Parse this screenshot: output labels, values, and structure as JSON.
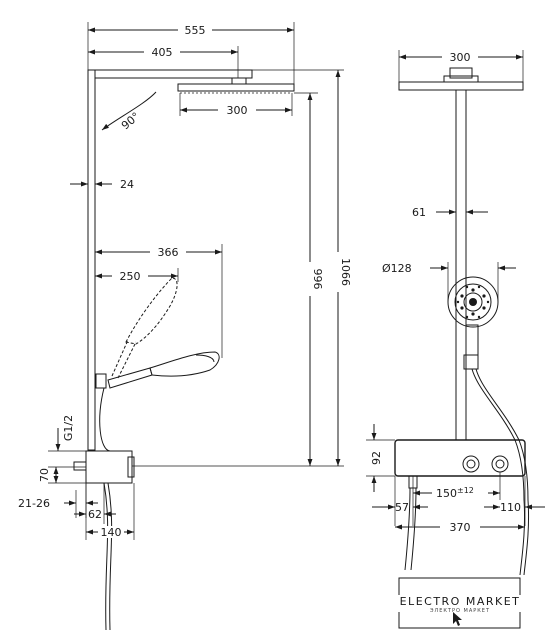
{
  "side_view": {
    "overall_width": "555",
    "arm_length": "405",
    "angle": "90°",
    "head_width": "300",
    "wall_offset": "24",
    "hand_shower_reach": "366",
    "hand_shower_offset": "250",
    "height_head": "996",
    "height_total": "1066",
    "thread": "G1/2",
    "body_height": "70",
    "connection_range": "21-26",
    "body_depth": "62",
    "body_width": "140"
  },
  "front_view": {
    "head_width": "300",
    "pipe_width": "61",
    "hand_shower_diameter": "Ø128",
    "body_height": "92",
    "valve_spacing": "150",
    "valve_spacing_tolerance": "±12",
    "left_offset": "57",
    "right_offset": "110",
    "body_width": "370"
  },
  "logo": {
    "name": "ELECTRO MARKET",
    "tagline": "ЭЛЕКТРО МАРКЕТ"
  }
}
